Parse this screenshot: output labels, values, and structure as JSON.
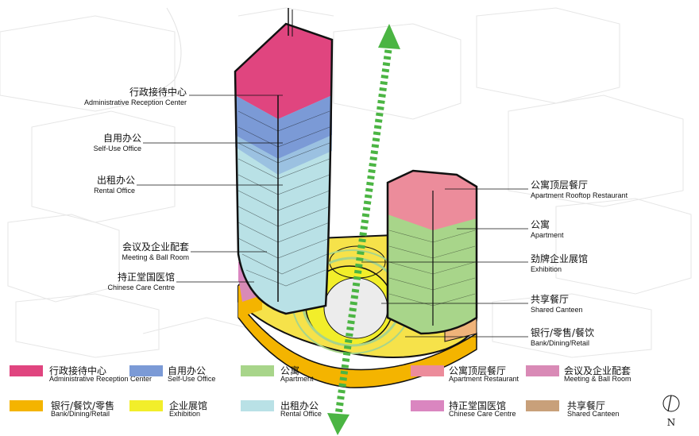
{
  "callouts_left": [
    {
      "zh": "行政接待中心",
      "en": "Administrative Reception Center"
    },
    {
      "zh": "自用办公",
      "en": "Self-Use Office"
    },
    {
      "zh": "出租办公",
      "en": "Rental Office"
    },
    {
      "zh": "会议及企业配套",
      "en": "Meeting & Ball Room"
    },
    {
      "zh": "持正堂国医馆",
      "en": "Chinese Care Centre"
    }
  ],
  "callouts_right": [
    {
      "zh": "公寓顶层餐厅",
      "en": "Apartment Rooftop Restaurant"
    },
    {
      "zh": "公寓",
      "en": "Apartment"
    },
    {
      "zh": "劲牌企业展馆",
      "en": "Exhibition"
    },
    {
      "zh": "共享餐厅",
      "en": "Shared Canteen"
    },
    {
      "zh": "银行/零售/餐饮",
      "en": "Bank/Dining/Retail"
    }
  ],
  "legend": [
    {
      "zh": "行政接待中心",
      "en": "Administrative Reception Center",
      "color": "#e0457f"
    },
    {
      "zh": "自用办公",
      "en": "Self-Use Office",
      "color": "#7b9ad6"
    },
    {
      "zh": "公寓",
      "en": "Apartment",
      "color": "#a8d58a"
    },
    {
      "zh": "公寓顶层餐厅",
      "en": "Apartment Restaurant",
      "color": "#ec8c9b"
    },
    {
      "zh": "会议及企业配套",
      "en": "Meeting & Ball Room",
      "color": "#d98ab6"
    },
    {
      "zh": "银行/餐饮/零售",
      "en": "Bank/Dining/Retail",
      "color": "#f4b400"
    },
    {
      "zh": "企业展馆",
      "en": "Exhibition",
      "color": "#f2ee2a"
    },
    {
      "zh": "出租办公",
      "en": "Rental Office",
      "color": "#b9e1e6"
    },
    {
      "zh": "持正堂国医馆",
      "en": "Chinese Care Centre",
      "color": "#da86c0"
    },
    {
      "zh": "共享餐厅",
      "en": "Shared Canteen",
      "color": "#c8a07a"
    }
  ],
  "north_label": "N",
  "colors": {
    "admin": "#e0457f",
    "self_use": "#7b9ad6",
    "rental": "#b9e1e6",
    "apartment": "#a8d58a",
    "rooftop": "#ec8c9b",
    "meeting": "#d98ab6",
    "retail": "#f4b400",
    "exhibition": "#f2ee2a",
    "arrow": "#4bb543"
  }
}
